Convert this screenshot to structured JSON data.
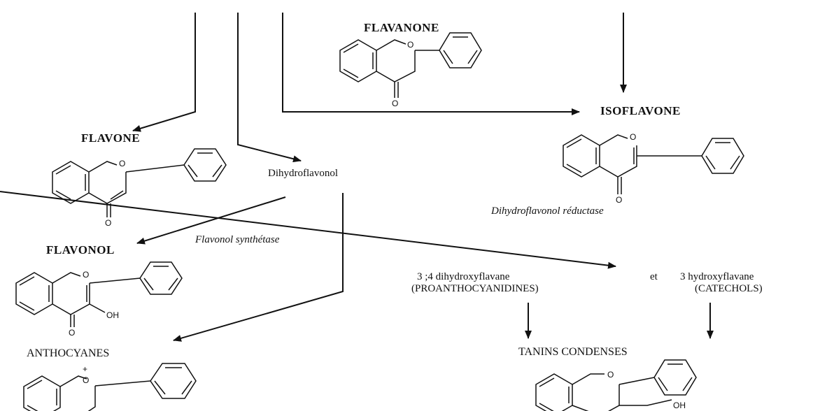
{
  "nodes": {
    "flavanone": "FLAVANONE",
    "isoflavone": "ISOFLAVONE",
    "flavone": "FLAVONE",
    "dihydroflavonol": "Dihydroflavonol",
    "flavonol": "FLAVONOL",
    "anthocyanes": "ANTHOCYANES",
    "dihydroxyflavane": "3 ;4 dihydroxyflavane",
    "proanthocyanidines": "(PROANTHOCYANIDINES)",
    "et": "et",
    "hydroxyflavane": "3 hydroxyflavane",
    "catechols": "(CATECHOLS)",
    "tanins": "TANINS CONDENSES"
  },
  "enzymes": {
    "flavonol_synthetase": "Flavonol synthétase",
    "dihydroflavonol_reductase": "Dihydroflavonol réductase"
  },
  "atoms": {
    "oxygen": "O",
    "hydroxyl": "OH",
    "plus": "+"
  }
}
